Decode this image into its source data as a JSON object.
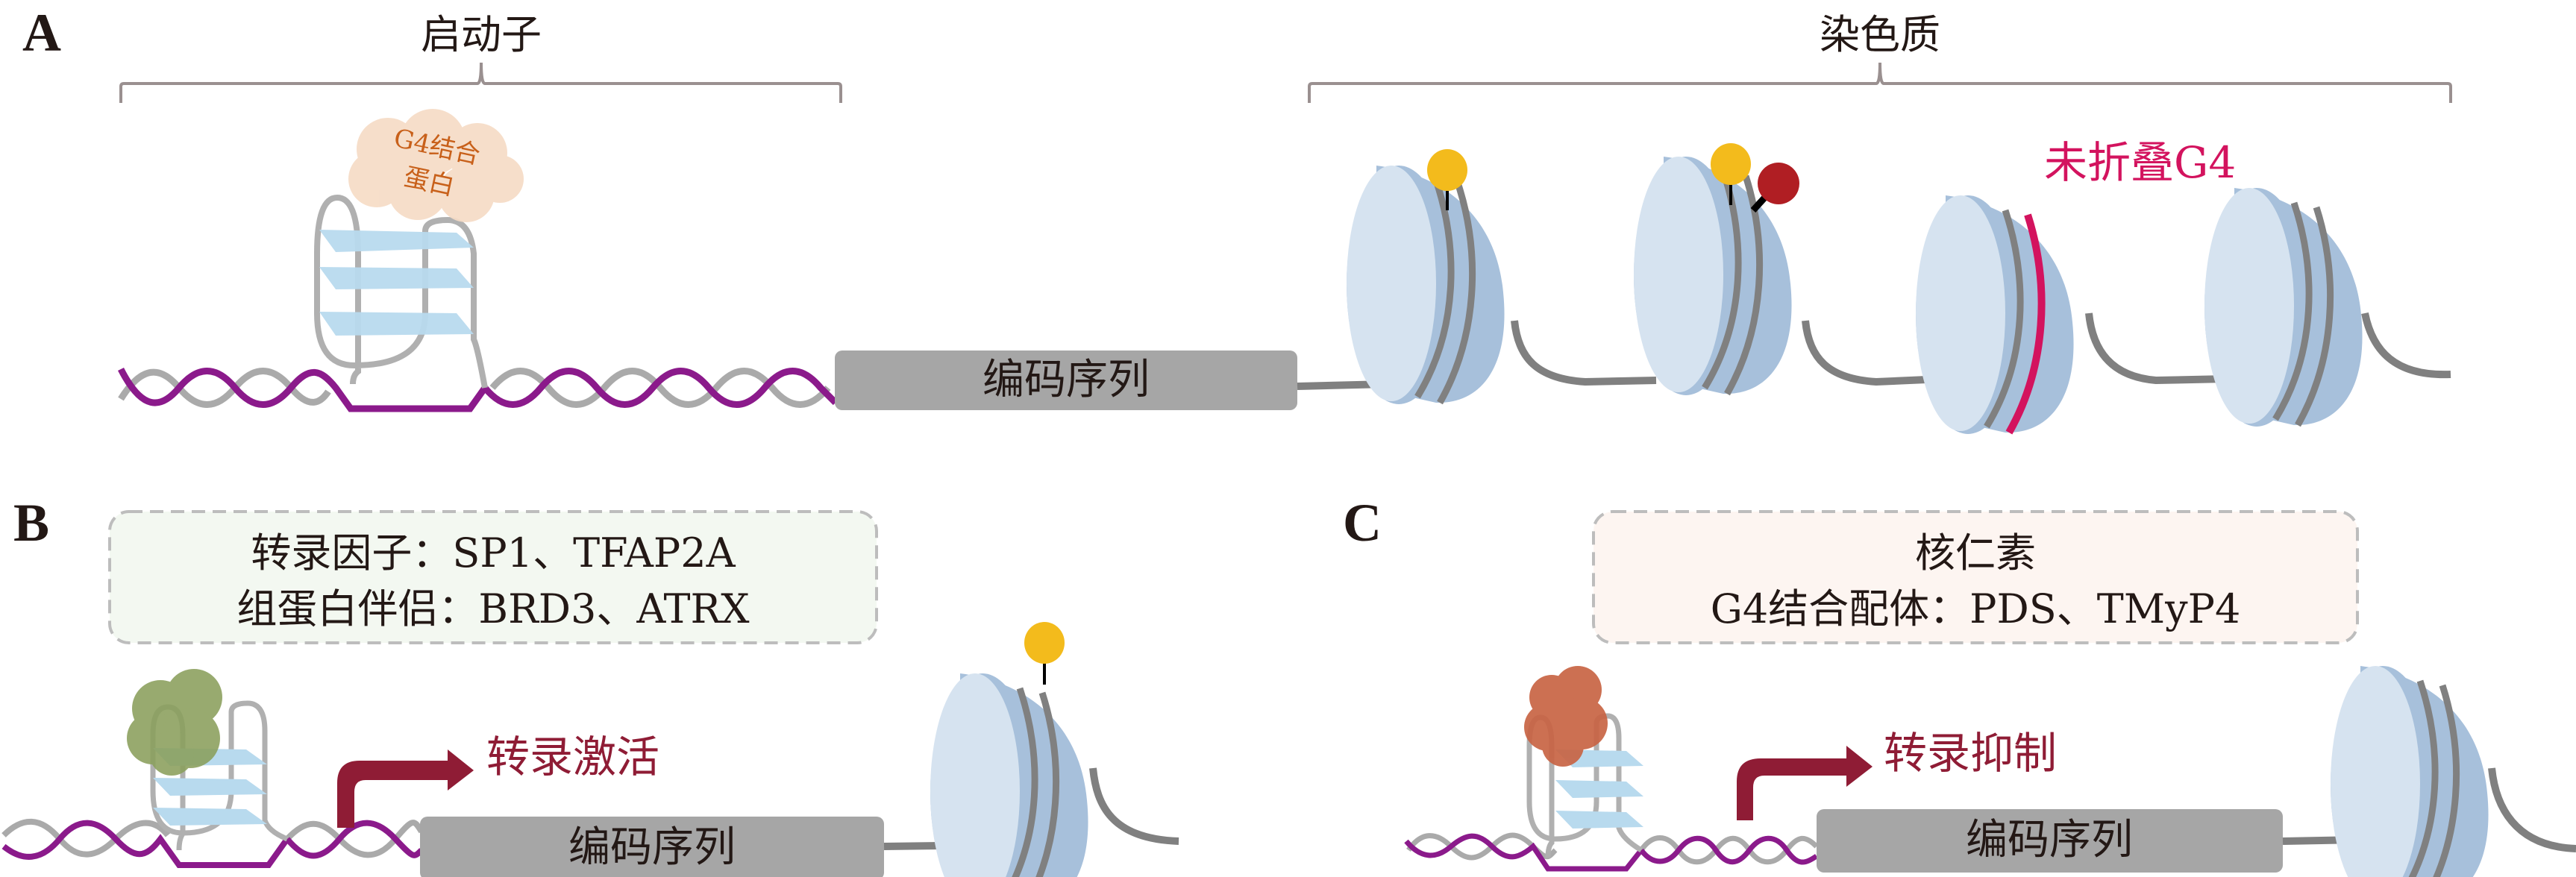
{
  "colors": {
    "dna_strand_primary": "#8b1a8b",
    "dna_strand_secondary": "#aaaaaa",
    "bracket": "#9a9090",
    "coding_box": "#a6a6a6",
    "nucleosome_face": "#d6e3f0",
    "nucleosome_side": "#a7c0db",
    "nucleosome_wrap": "#808080",
    "g4_plane": "#b8daee",
    "g4_loop": "#b0b0b0",
    "mark_yellow": "#f3bb1c",
    "mark_red": "#b01e23",
    "unfolded_g4": "#d3135e",
    "arrow": "#8f1c35",
    "protein_a": "#f6dcc6",
    "protein_a_text": "#c8601a",
    "protein_b": "#8a9f5c",
    "protein_c": "#c86444",
    "box_b_fill": "#f3f8f1",
    "box_c_fill": "#fdf5f1",
    "box_border": "#bdbdbd"
  },
  "panel_a": {
    "letter": "A",
    "promoter_label": "启动子",
    "chromatin_label": "染色质",
    "protein_label_line1": "G4结合",
    "protein_label_line2": "蛋白",
    "coding_label": "编码序列",
    "unfolded_label": "未折叠G4",
    "nucleosomes": [
      {
        "marks": [
          "yellow"
        ]
      },
      {
        "marks": [
          "yellow",
          "red"
        ]
      },
      {
        "marks": [],
        "unfolded_g4": true
      },
      {
        "marks": []
      }
    ]
  },
  "panel_b": {
    "letter": "B",
    "box_line1": "转录因子：SP1、TFAP2A",
    "box_line2": "组蛋白伴侣：BRD3、ATRX",
    "effect_label": "转录激活",
    "coding_label": "编码序列",
    "nucleosome_marks": [
      "yellow"
    ]
  },
  "panel_c": {
    "letter": "C",
    "box_line1": "核仁素",
    "box_line2": "G4结合配体：PDS、TMyP4",
    "effect_label": "转录抑制",
    "coding_label": "编码序列",
    "nucleosome_marks": []
  }
}
